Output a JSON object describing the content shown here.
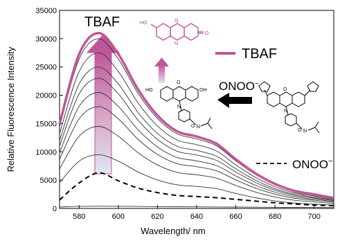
{
  "chart_data": {
    "type": "line",
    "xlabel": "Wavelength/ nm",
    "ylabel": "Relative Fluorescence Intensity",
    "xlim": [
      570,
      710
    ],
    "ylim": [
      0,
      35000
    ],
    "xticks": [
      580,
      600,
      620,
      640,
      660,
      680,
      700
    ],
    "yticks": [
      0,
      5000,
      10000,
      15000,
      20000,
      25000,
      30000,
      35000
    ],
    "x": [
      570,
      580,
      590,
      600,
      610,
      620,
      630,
      640,
      650,
      660,
      670,
      680,
      690,
      700,
      710
    ],
    "peak_scale": [
      0.48,
      0.88,
      1.0,
      0.88,
      0.68,
      0.53,
      0.44,
      0.41,
      0.37,
      0.28,
      0.2,
      0.14,
      0.1,
      0.08,
      0.06
    ],
    "series": [
      {
        "name": "TBAF",
        "style": "thick-magenta",
        "values": [
          14880,
          27280,
          31000,
          27280,
          21080,
          16430,
          13640,
          12710,
          11470,
          8680,
          6200,
          4340,
          3100,
          2480,
          1860
        ]
      },
      {
        "name": "",
        "style": "thin-gray",
        "values": [
          14400,
          26400,
          30000,
          26400,
          20400,
          15900,
          13200,
          12300,
          11100,
          8400,
          6000,
          4200,
          3000,
          2400,
          1800
        ]
      },
      {
        "name": "",
        "style": "thin-gray",
        "values": [
          13200,
          24200,
          27500,
          24200,
          18700,
          14575,
          12100,
          11275,
          10175,
          7700,
          5500,
          3850,
          2750,
          2200,
          1650
        ]
      },
      {
        "name": "",
        "style": "thin-gray",
        "values": [
          12000,
          22000,
          25000,
          22000,
          17000,
          13250,
          11000,
          10250,
          9250,
          7000,
          5000,
          3500,
          2500,
          2000,
          1500
        ]
      },
      {
        "name": "",
        "style": "thin-gray",
        "values": [
          11040,
          20240,
          23000,
          20240,
          15640,
          12190,
          10120,
          9430,
          8510,
          6440,
          4600,
          3220,
          2300,
          1840,
          1380
        ]
      },
      {
        "name": "",
        "style": "thin-gray",
        "values": [
          9840,
          18040,
          20500,
          18040,
          13940,
          10865,
          9020,
          8405,
          7585,
          5740,
          4100,
          2870,
          2050,
          1640,
          1230
        ]
      },
      {
        "name": "",
        "style": "thin-gray",
        "values": [
          8640,
          15840,
          18000,
          15840,
          12240,
          9540,
          7920,
          7380,
          6660,
          5040,
          3600,
          2520,
          1800,
          1440,
          1080
        ]
      },
      {
        "name": "",
        "style": "thin-gray",
        "values": [
          6960,
          12760,
          14500,
          12760,
          9860,
          7685,
          6380,
          5945,
          5365,
          4060,
          2900,
          2030,
          1450,
          1160,
          870
        ]
      },
      {
        "name": "",
        "style": "thin-gray",
        "values": [
          4560,
          8360,
          9500,
          8360,
          6460,
          5035,
          4180,
          3895,
          3515,
          2660,
          1900,
          1330,
          950,
          760,
          570
        ]
      },
      {
        "name": "ONOO-",
        "style": "dashed-black",
        "values": [
          1500,
          4500,
          6300,
          4900,
          3600,
          2800,
          2300,
          2100,
          1900,
          1600,
          1300,
          1000,
          800,
          600,
          500
        ]
      },
      {
        "name": "",
        "style": "thin-gray",
        "values": [
          250,
          350,
          400,
          380,
          350,
          320,
          300,
          280,
          260,
          240,
          220,
          200,
          180,
          170,
          160
        ]
      }
    ]
  },
  "labels": {
    "tbaf_top": "TBAF",
    "tbaf_legend": "TBAF",
    "onoo_arrow": "ONOO",
    "onoo_arrow_sup": "−",
    "onoo_legend": "ONOO",
    "onoo_legend_sup": "−"
  },
  "colors": {
    "tbaf": "#c0569a",
    "arrow_top": "#c0569a",
    "arrow_bottom": "#c9d8ea",
    "axis": "#000000",
    "curve": "#333333"
  }
}
